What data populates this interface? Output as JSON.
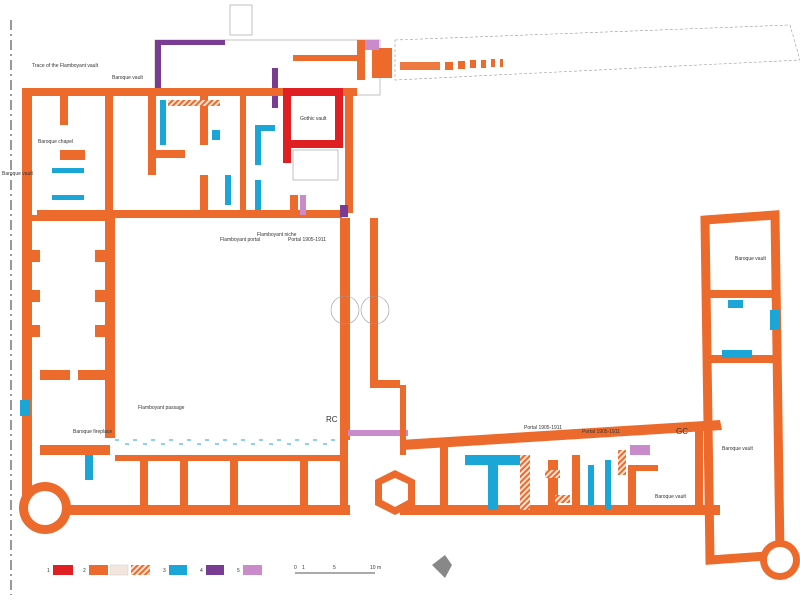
{
  "labels": {
    "trace_vault": "Trace of the Flamboyant vault",
    "baroque_vault_top": "Baroque vault",
    "gothic_vault": "Gothic vault",
    "baroque_chapel": "Baroque chapel",
    "baroque_vault_left": "Baroque vault",
    "flamboyant_portal": "Flamboyant portal",
    "flamboyant_niche": "Flamboyant niche",
    "portal_top": "Portal 1905-1911",
    "flamboyant_passage": "Flamboyant passage",
    "baroque_fireplace": "Baroque fireplace",
    "rc": "RC",
    "portal_east_1": "Portal 1905-1911",
    "portal_east_2": "Portal 1905-1911",
    "gc": "GC",
    "baroque_vault_east": "Baroque vault",
    "baroque_vault_tower": "Baroque vault",
    "baroque_vault_right": "Baroque vault"
  },
  "legend": [
    {
      "label": "1",
      "colors": [
        "#e01f22"
      ]
    },
    {
      "label": "2",
      "colors": [
        "#ec6a2c",
        "#f3e6dc",
        "hatched"
      ]
    },
    {
      "label": "3",
      "colors": [
        "#1aa6d6"
      ]
    },
    {
      "label": "4",
      "colors": [
        "#7a3b92"
      ]
    },
    {
      "label": "5",
      "colors": [
        "#c98bc9"
      ]
    }
  ],
  "scale": {
    "ticks": [
      "0",
      "1",
      "5",
      "10 m"
    ]
  }
}
